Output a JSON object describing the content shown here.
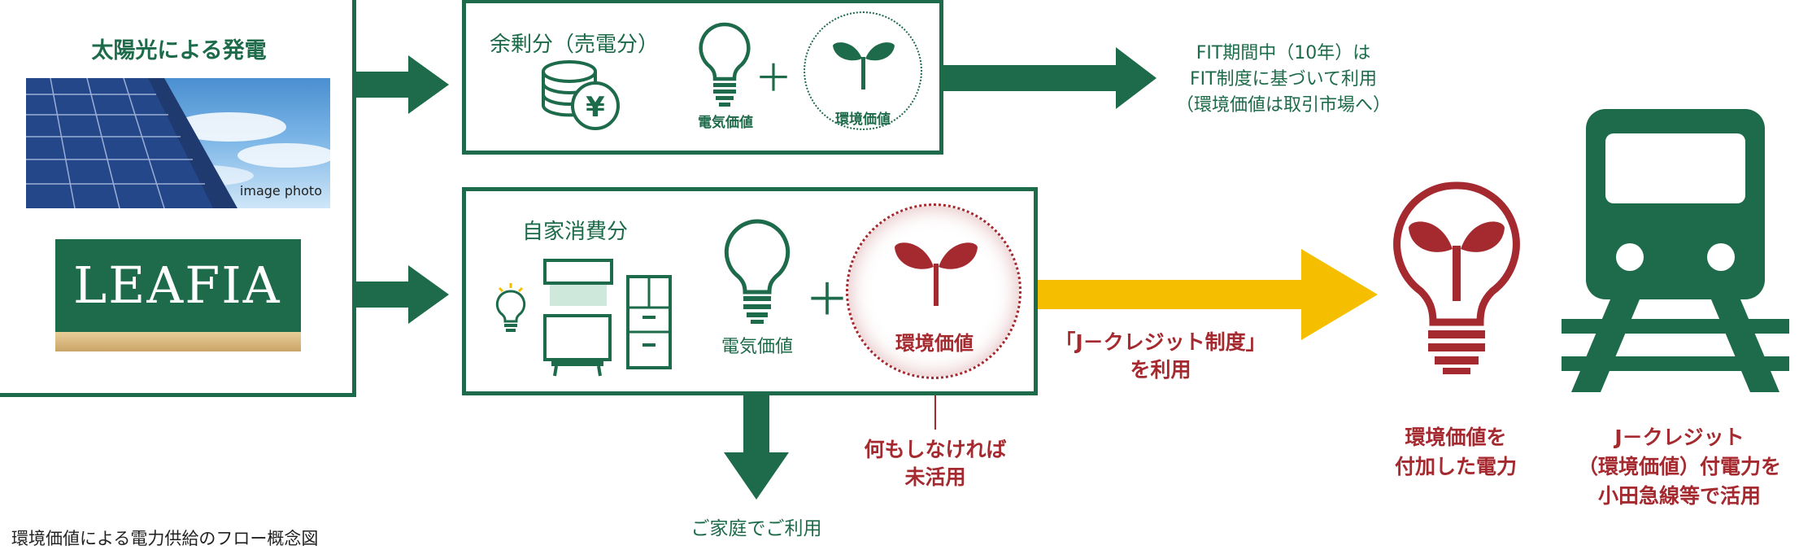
{
  "colors": {
    "green": "#1d6b4a",
    "red": "#a52a2f",
    "yellow": "#f5bf00",
    "dark_text": "#222222"
  },
  "source": {
    "title": "太陽光による発電",
    "photo_caption": "image photo",
    "logo_text": "LEAFIA"
  },
  "surplus": {
    "title": "余剰分（売電分）",
    "yen_icon_glyph": "¥",
    "electric_label": "電気価値",
    "env_label": "環境価値",
    "plus": "＋"
  },
  "fit_text": {
    "line1": "FIT期間中（10年）は",
    "line2": "FIT制度に基づいて利用",
    "line3": "（環境価値は取引市場へ）"
  },
  "self_use": {
    "title": "自家消費分",
    "electric_label": "電気価値",
    "env_label": "環境価値",
    "plus": "＋"
  },
  "jcredit_arrow": {
    "line1": "「J－クレジット制度」",
    "line2": "を利用"
  },
  "unused": {
    "line1": "何もしなければ",
    "line2": "未活用"
  },
  "home_use": "ご家庭でご利用",
  "env_power": {
    "line1": "環境価値を",
    "line2": "付加した電力"
  },
  "train_use": {
    "line1": "J－クレジット",
    "line2": "（環境価値）付電力を",
    "line3": "小田急線等で活用"
  },
  "caption": "環境価値による電力供給のフロー概念図"
}
